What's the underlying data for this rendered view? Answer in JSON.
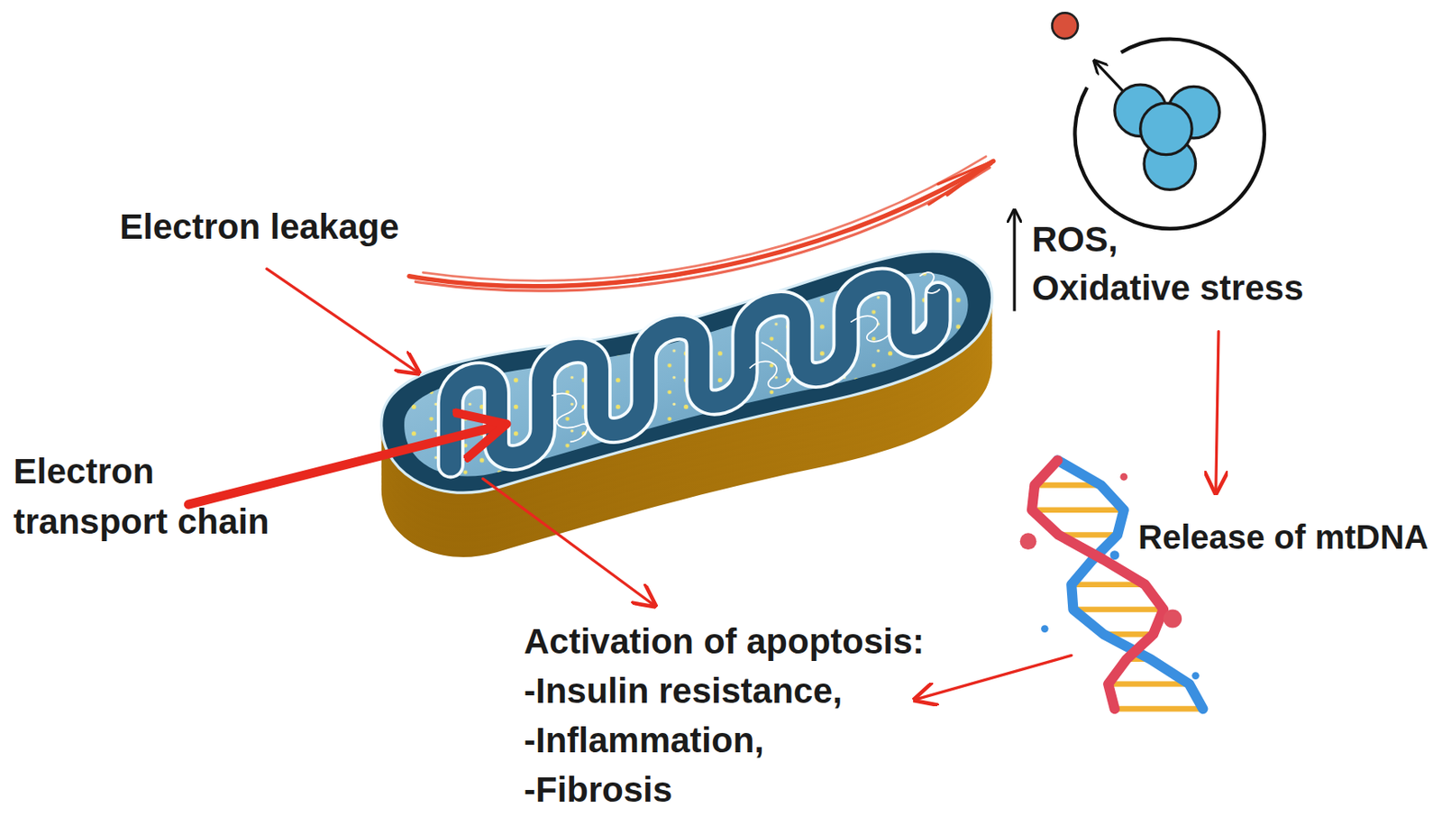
{
  "diagram": {
    "labels": [
      "Electron leakage",
      "Electron transport chain",
      "ROS,",
      "Oxidative stress",
      "Release of mtDNA",
      "Activation of apoptosis:",
      "-Insulin resistance,",
      "-Inflammation,",
      "-Fibrosis"
    ]
  }
}
